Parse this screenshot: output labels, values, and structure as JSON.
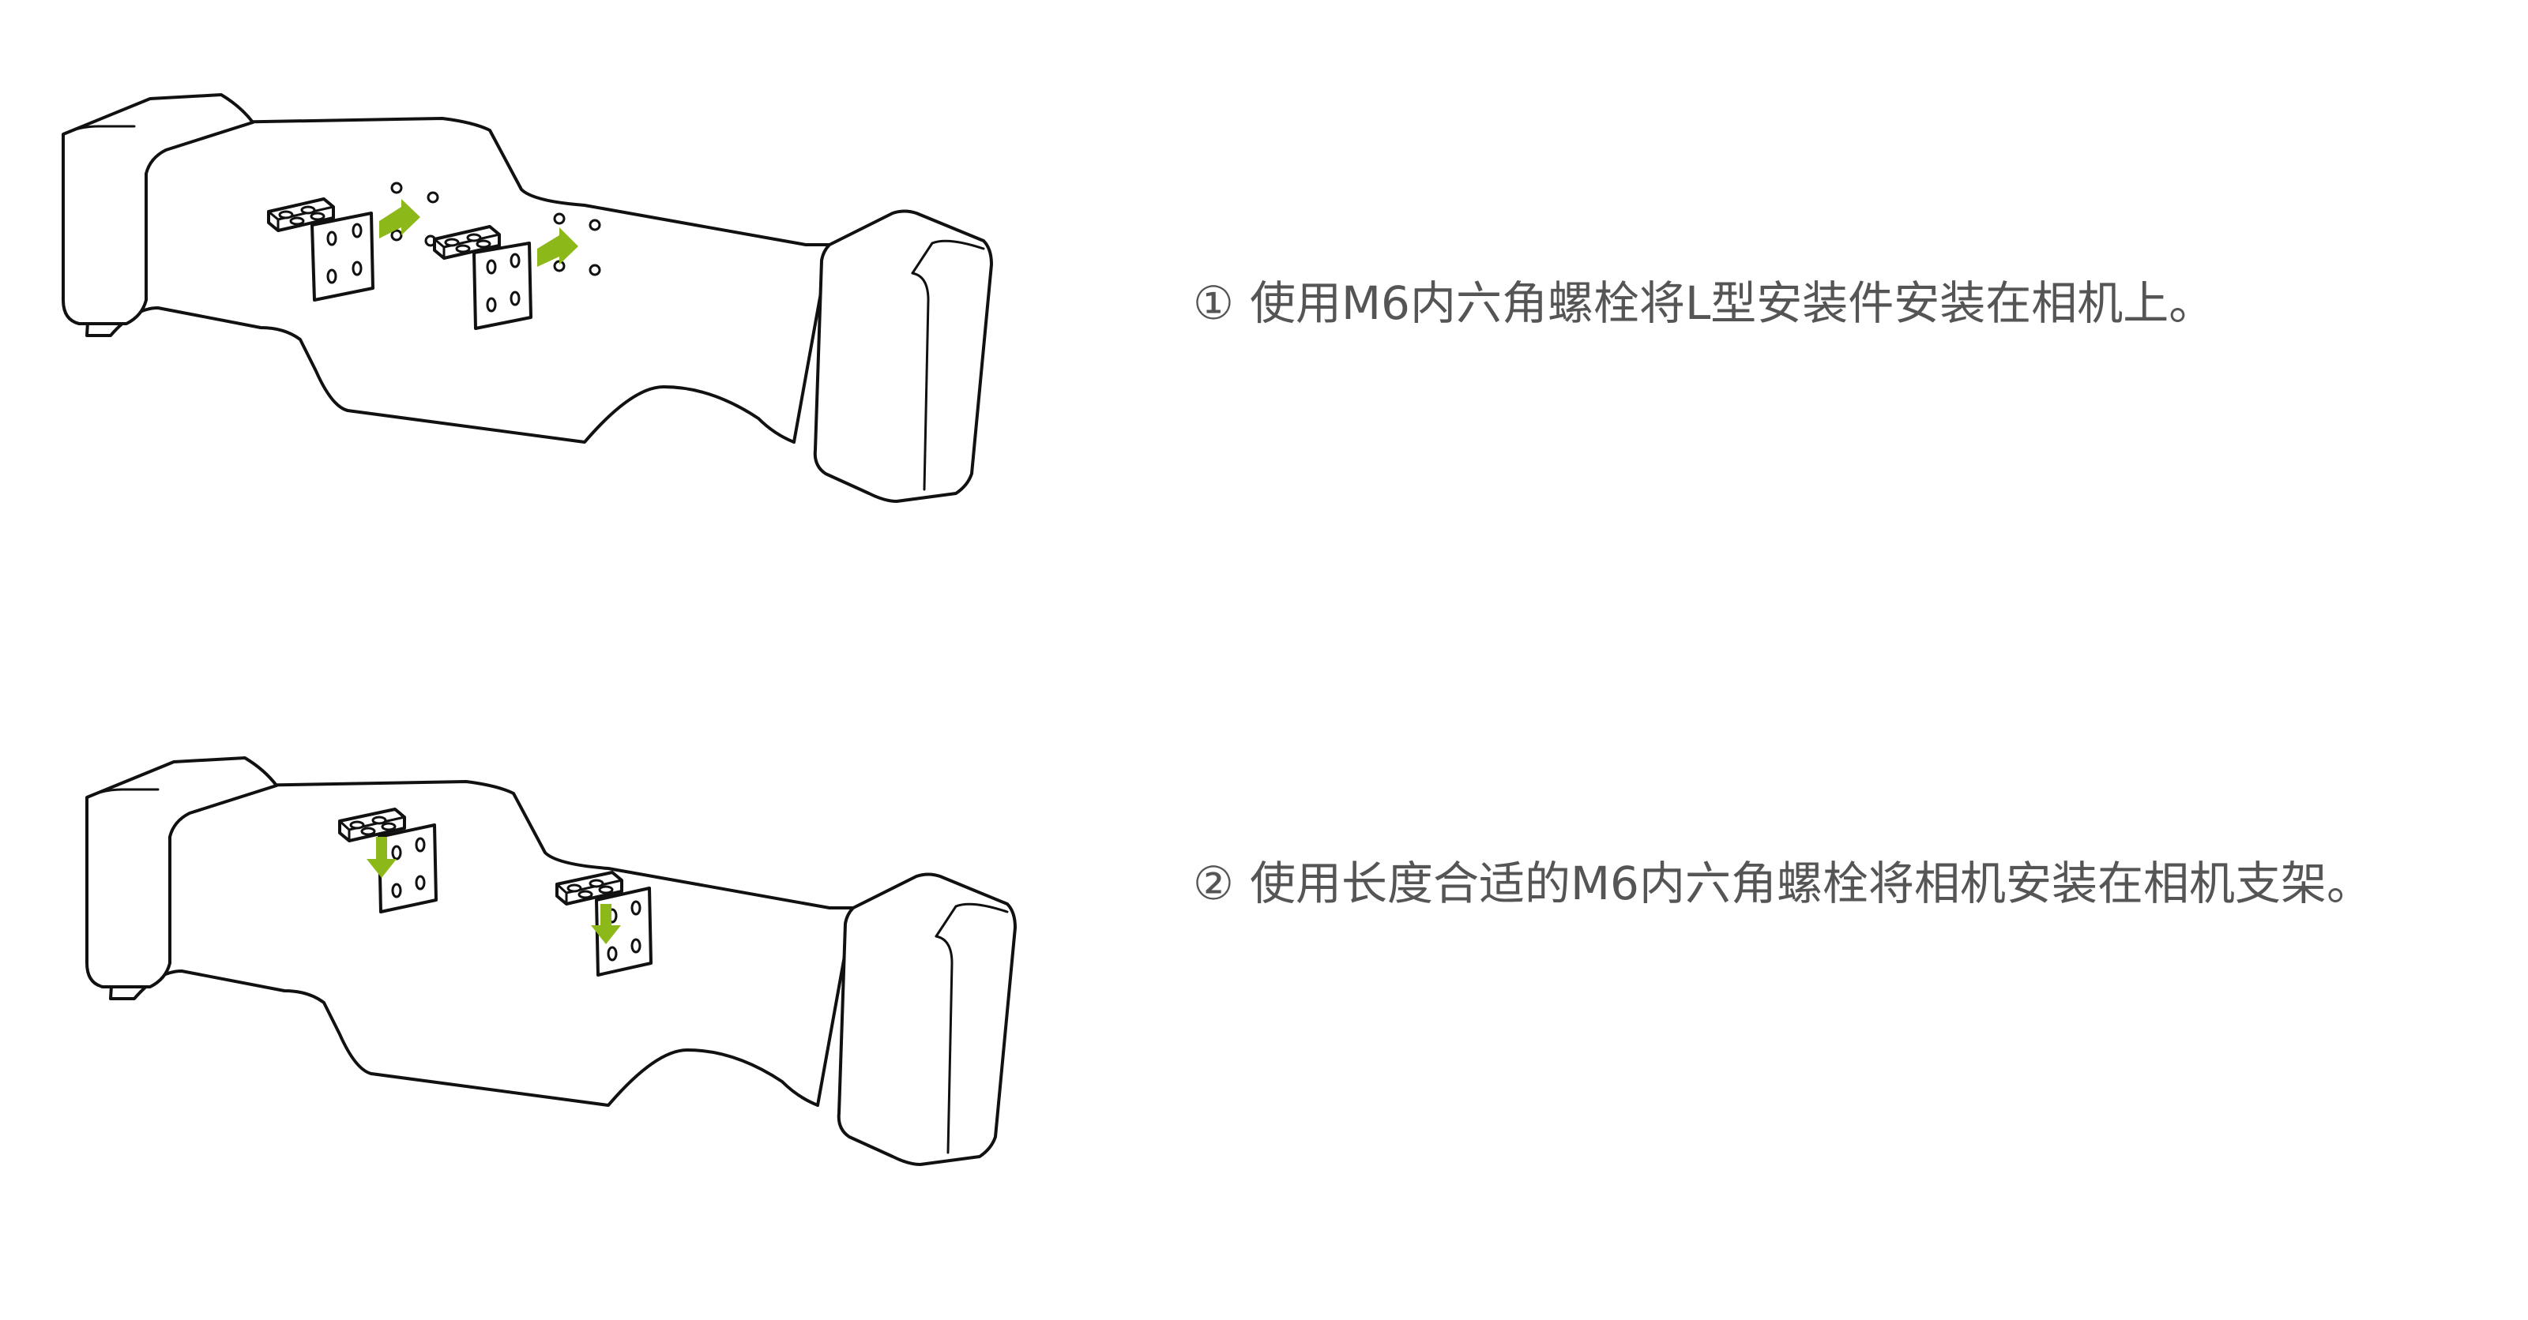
{
  "steps": [
    {
      "marker": "①",
      "text": "使用M6内六角螺栓将L型安装件安装在相机上。",
      "arrow_color": "#8cb81a"
    },
    {
      "marker": "②",
      "text": "使用长度合适的M6内六角螺栓将相机安装在相机支架。",
      "arrow_color": "#8cb81a"
    }
  ]
}
